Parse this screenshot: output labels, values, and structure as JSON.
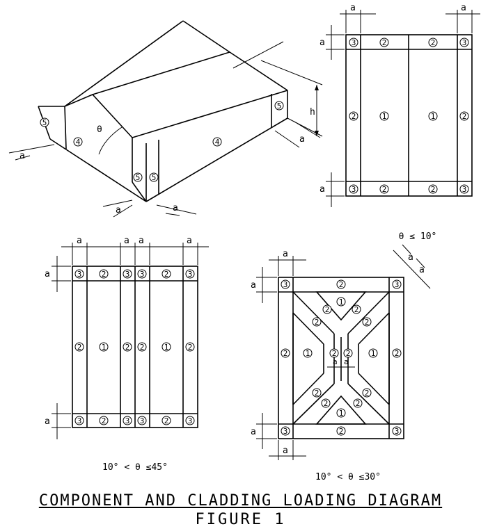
{
  "labels": {
    "a": "a",
    "h": "h",
    "theta": "θ"
  },
  "captions": {
    "roof_plan_b": "10° < θ ≤45°",
    "roof_plan_c_bottom": "10° < θ ≤30°",
    "roof_plan_c_top": "θ ≤ 10°"
  },
  "title": {
    "main": "COMPONENT AND CLADDING LOADING DIAGRAM",
    "figure": "FIGURE 1"
  },
  "zones": [
    "1",
    "2",
    "3",
    "4",
    "5"
  ]
}
